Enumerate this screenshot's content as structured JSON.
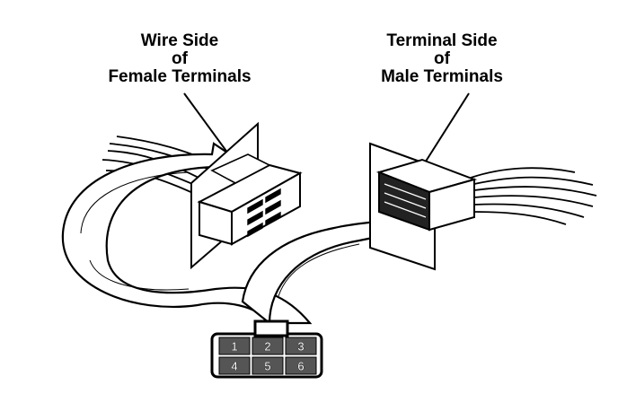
{
  "labels": {
    "left": {
      "line1": "Wire Side",
      "line2": "of",
      "line3": "Female Terminals"
    },
    "right": {
      "line1": "Terminal Side",
      "line2": "of",
      "line3": "Male Terminals"
    }
  },
  "connector_pins": {
    "row1": [
      "1",
      "2",
      "3"
    ],
    "row2": [
      "4",
      "5",
      "6"
    ]
  },
  "colors": {
    "ink": "#000000",
    "paper": "#ffffff",
    "pin_fill": "#555555"
  }
}
